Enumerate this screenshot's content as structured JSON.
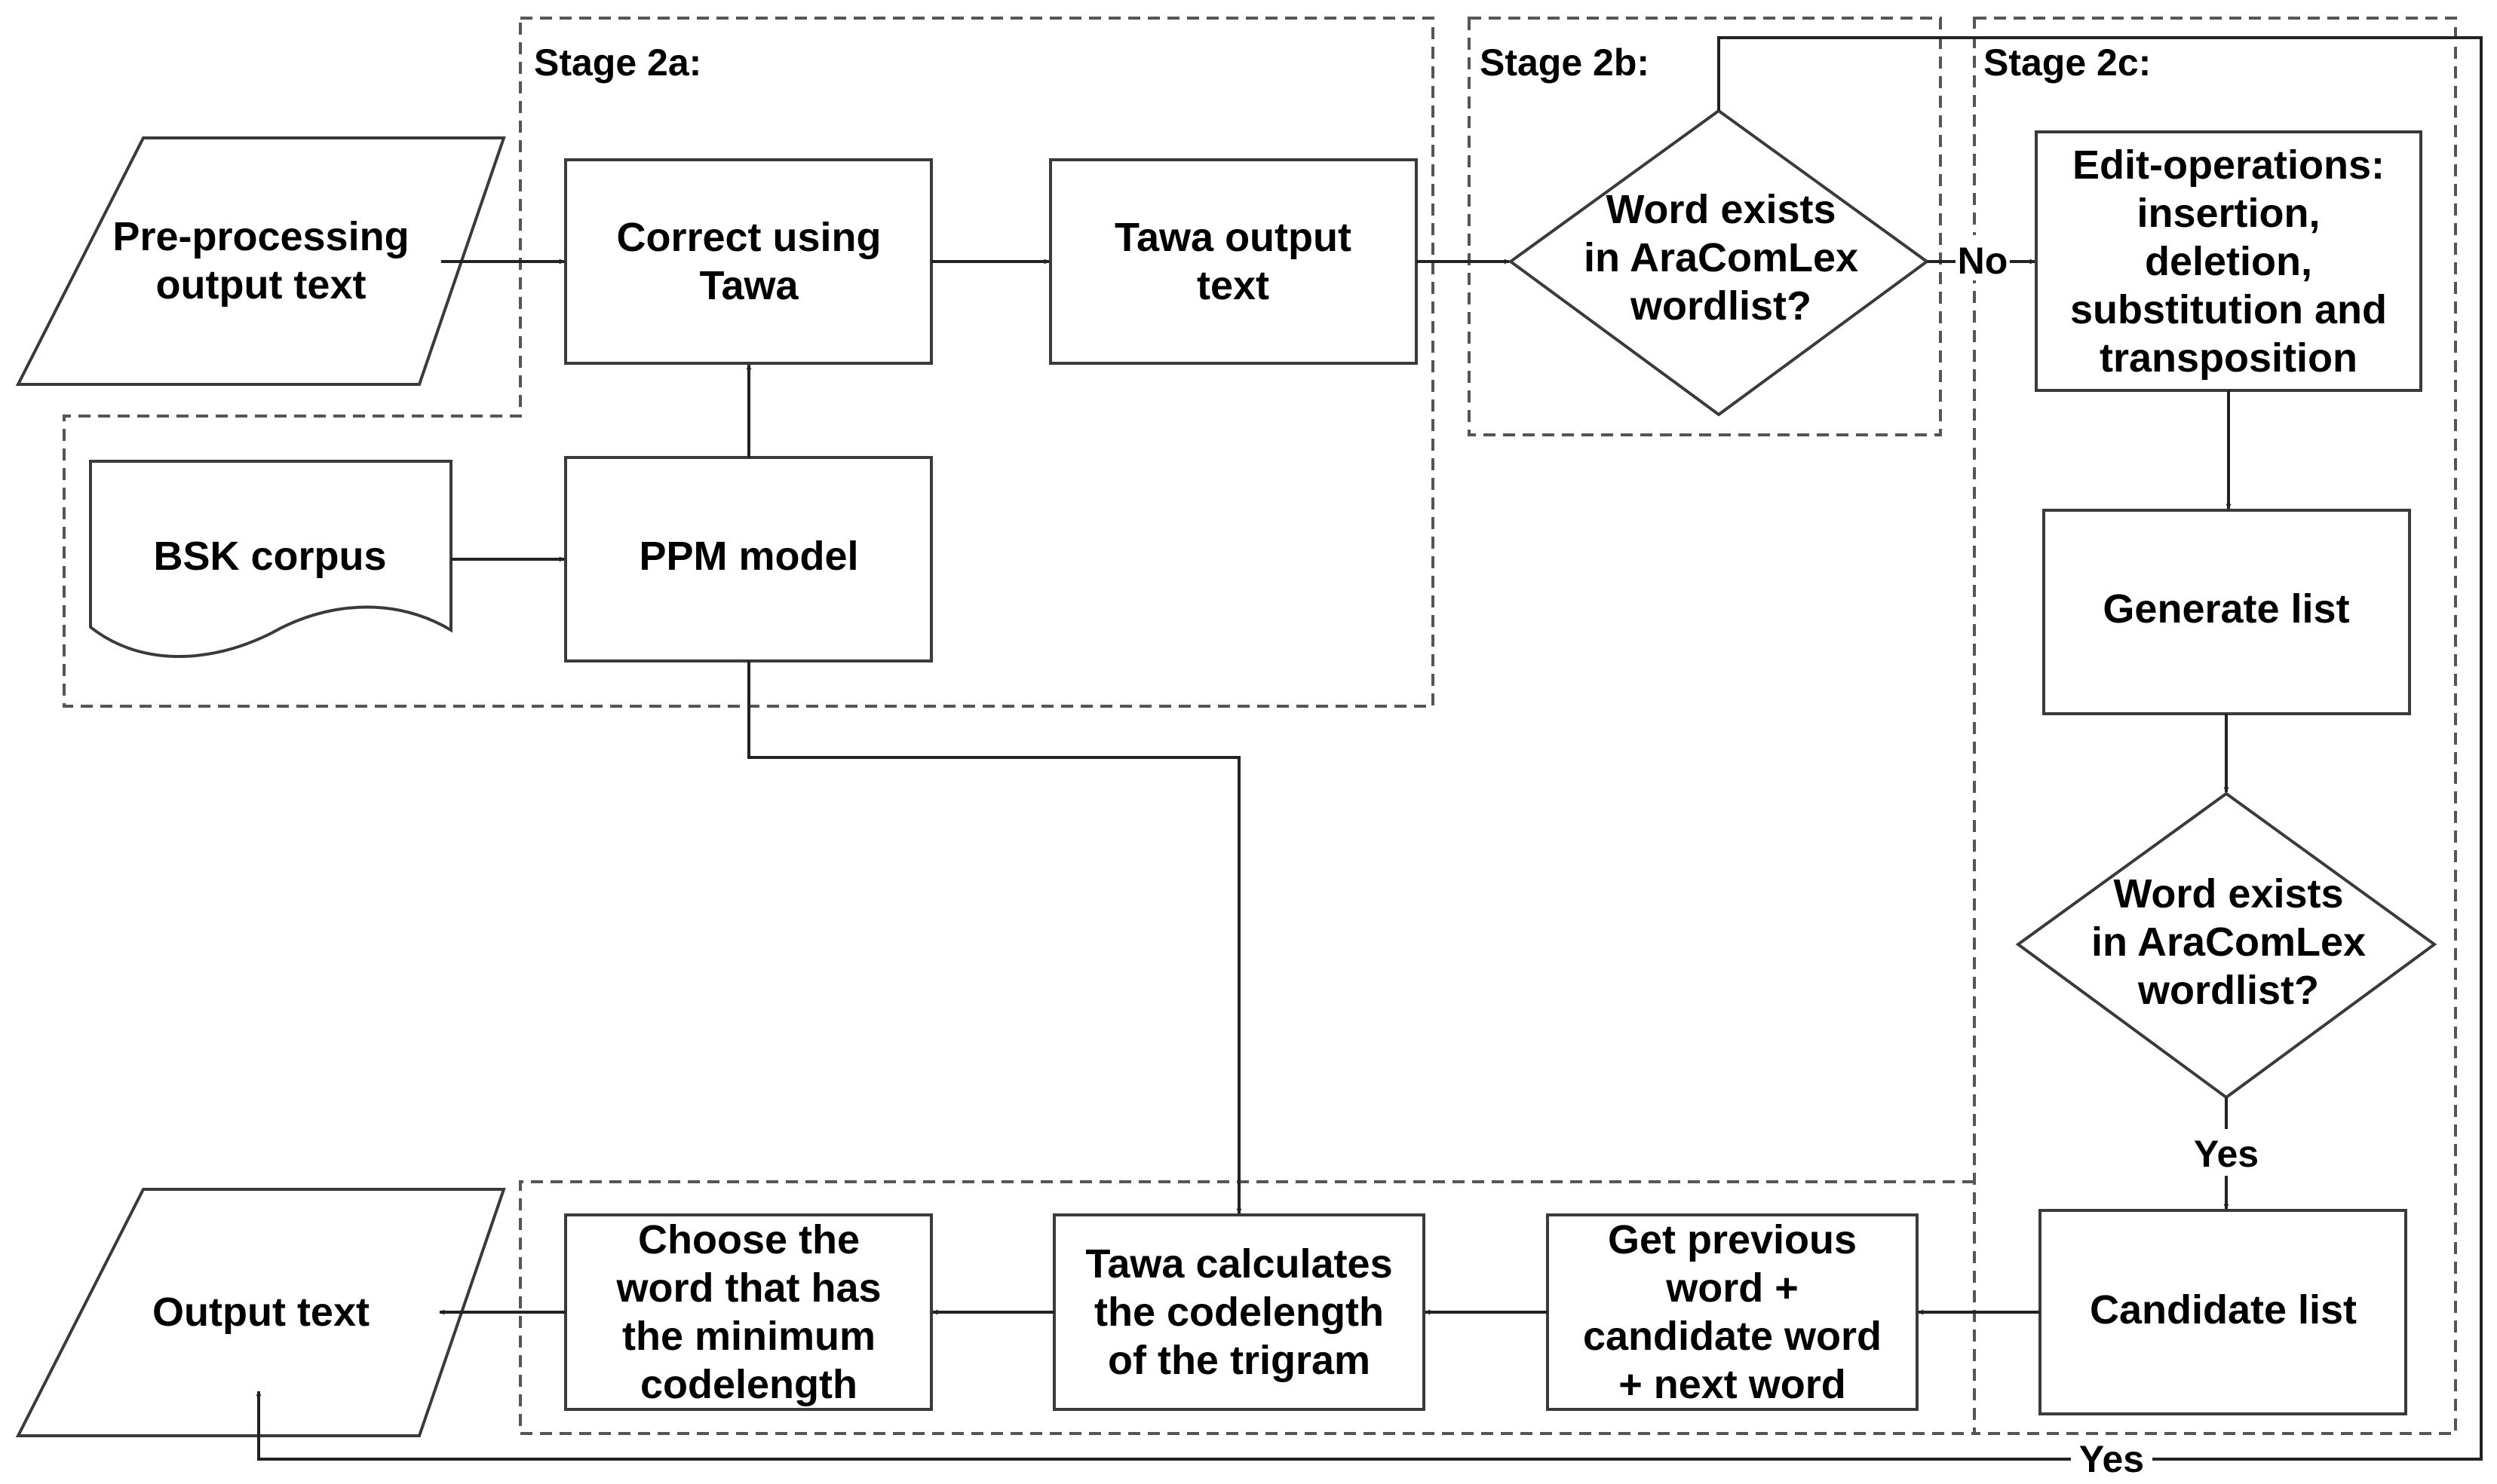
{
  "stages": {
    "a": "Stage 2a:",
    "b": "Stage 2b:",
    "c": "Stage 2c:"
  },
  "nodes": {
    "preprocessing": [
      "Pre-processing",
      "output text"
    ],
    "bsk_corpus": [
      "BSK corpus"
    ],
    "correct_tawa": [
      "Correct using",
      "Tawa"
    ],
    "ppm_model": [
      "PPM model"
    ],
    "tawa_output": [
      "Tawa output",
      "text"
    ],
    "word_exists_b": [
      "Word exists",
      "in AraComLex",
      "wordlist?"
    ],
    "edit_operations": [
      "Edit-operations:",
      "insertion,",
      "deletion,",
      "substitution and",
      "transposition"
    ],
    "generate_list": [
      "Generate list"
    ],
    "word_exists_c": [
      "Word exists",
      "in AraComLex",
      "wordlist?"
    ],
    "candidate_list": [
      "Candidate list"
    ],
    "get_previous": [
      "Get previous",
      "word +",
      "candidate word",
      "+ next word"
    ],
    "tawa_calculates": [
      "Tawa calculates",
      "the codelength",
      "of the trigram"
    ],
    "choose_word": [
      "Choose the",
      "word that has",
      "the minimum",
      "codelength"
    ],
    "output_text": [
      "Output text"
    ]
  },
  "edge_labels": {
    "no": "No",
    "yes_down": "Yes",
    "yes_bottom": "Yes"
  }
}
